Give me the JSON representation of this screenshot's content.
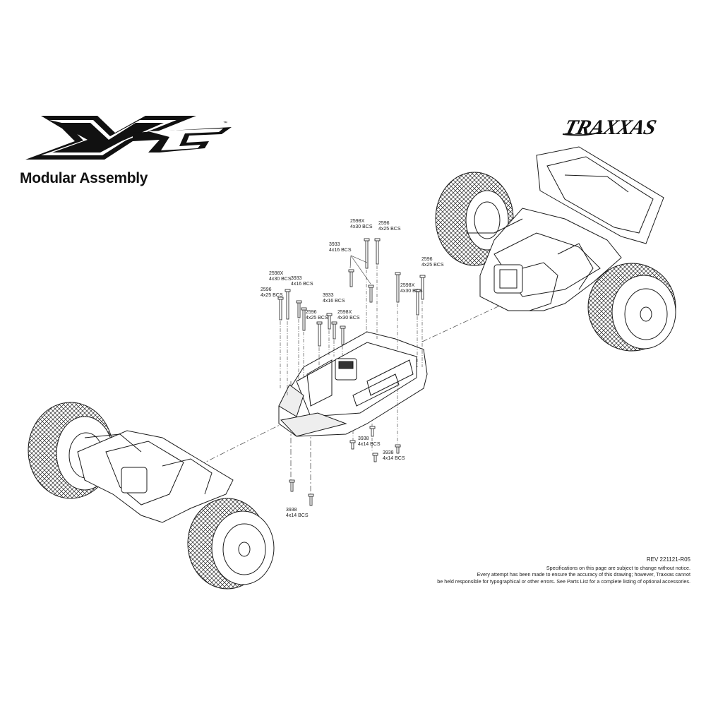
{
  "header": {
    "product_logo_text": "XRT",
    "brand_logo_text": "TRAXXAS",
    "title": "Modular Assembly"
  },
  "callouts": [
    {
      "part": "2598X",
      "size": "4x30 BCS"
    },
    {
      "part": "2596",
      "size": "4x25 BCS"
    },
    {
      "part": "3933",
      "size": "4x16 BCS"
    },
    {
      "part": "2596",
      "size": "4x25 BCS"
    },
    {
      "part": "2598X",
      "size": "4x30 BCS"
    },
    {
      "part": "3933",
      "size": "4x16 BCS"
    },
    {
      "part": "2598X",
      "size": "4x30 BCS"
    },
    {
      "part": "2596",
      "size": "4x25 BCS"
    },
    {
      "part": "3933",
      "size": "4x16 BCS"
    },
    {
      "part": "2596",
      "size": "4x25 BCS"
    },
    {
      "part": "2598X",
      "size": "4x30 BCS"
    },
    {
      "part": "3938",
      "size": "4x14 BCS"
    },
    {
      "part": "3938",
      "size": "4x14 BCS"
    },
    {
      "part": "3938",
      "size": "4x14 BCS"
    }
  ],
  "footer": {
    "rev": "REV 221121-R05",
    "line1": "Specifications on this page are subject to change without notice.",
    "line2": "Every attempt has been made to ensure the accuracy of this drawing; however, Traxxas cannot",
    "line3": "be held responsible for typographical or other errors. See Parts List for a complete listing of optional accessories."
  },
  "colors": {
    "line": "#1a1a1a",
    "background": "#ffffff"
  }
}
